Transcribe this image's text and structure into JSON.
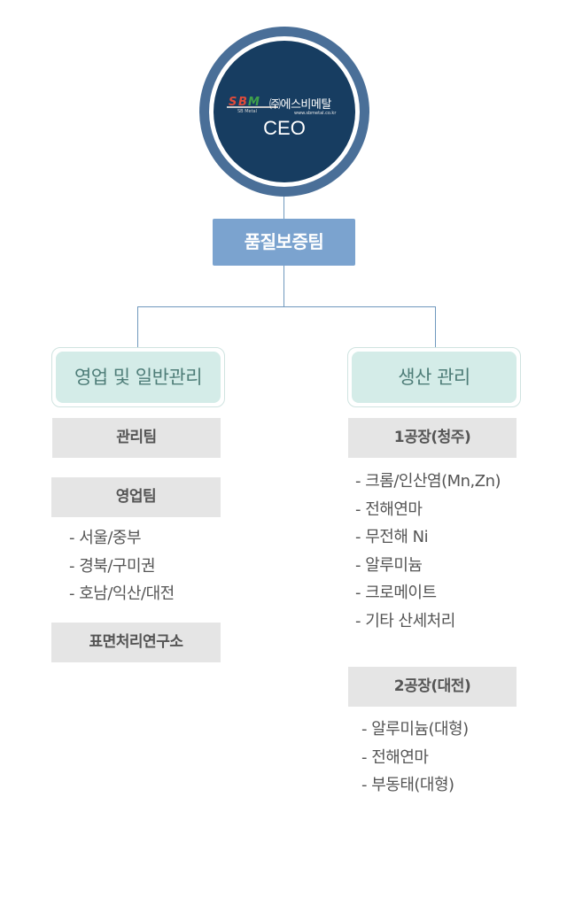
{
  "ceo": {
    "logo_mark": [
      "S",
      "B",
      "M"
    ],
    "logo_tagline": "SB Metal",
    "logo_company": "㈜에스비메탈",
    "logo_url": "www.sbmetal.co.kr",
    "title": "CEO"
  },
  "qa_team": "품질보증팀",
  "divisions": [
    {
      "title": "영업 및 일반관리",
      "teams": [
        {
          "name": "관리팀",
          "items": []
        },
        {
          "name": "영업팀",
          "items": [
            "- 서울/중부",
            "- 경북/구미권",
            "- 호남/익산/대전"
          ]
        },
        {
          "name": "표면처리연구소",
          "items": []
        }
      ]
    },
    {
      "title": "생산 관리",
      "teams": [
        {
          "name": "1공장(청주)",
          "items": [
            "- 크롬/인산염(Mn,Zn)",
            "- 전해연마",
            "- 무전해 Ni",
            "- 알루미늄",
            "- 크로메이트",
            "- 기타 산세처리"
          ]
        },
        {
          "name": "2공장(대전)",
          "items": [
            "- 알루미늄(대형)",
            "- 전해연마",
            "- 부동태(대형)"
          ]
        }
      ]
    }
  ],
  "colors": {
    "ceo_ring": "#4a6f98",
    "ceo_fill": "#173d61",
    "qa_box": "#7ba3cf",
    "division_fill": "#d4ece8",
    "division_text": "#4e7d78",
    "team_fill": "#e5e5e5",
    "connector": "#6f98bd"
  }
}
